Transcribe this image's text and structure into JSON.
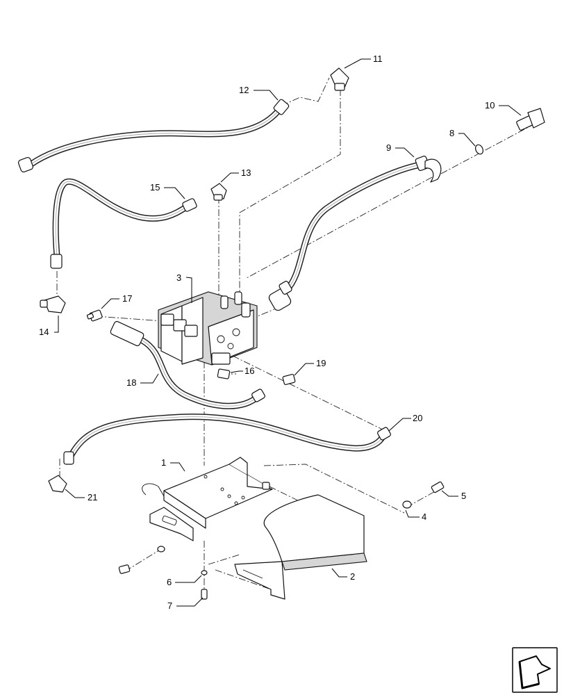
{
  "callouts": [
    "1",
    "2",
    "3",
    "4",
    "5",
    "6",
    "7",
    "8",
    "9",
    "10",
    "11",
    "12",
    "13",
    "14",
    "15",
    "16",
    "17",
    "18",
    "19",
    "20",
    "21"
  ],
  "icons": {
    "nav": "next-page-arrow-icon"
  }
}
